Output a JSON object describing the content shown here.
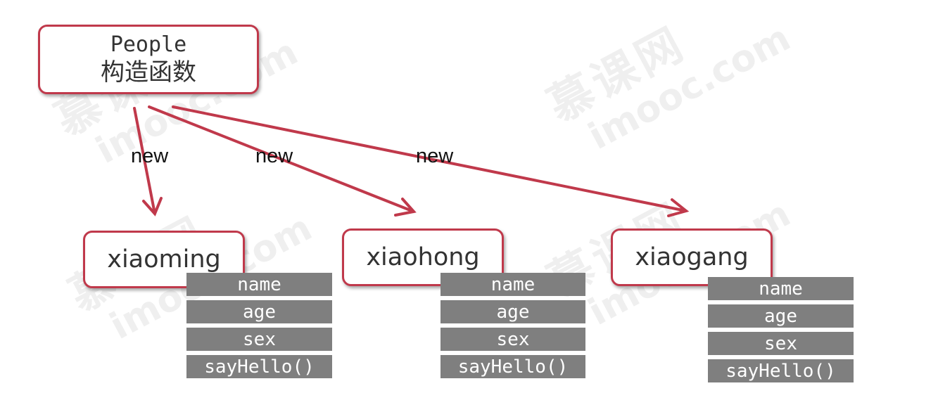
{
  "watermark": {
    "cn": "慕课网",
    "en": "imooc.com"
  },
  "constructor": {
    "name": "People",
    "subtitle": "构造函数"
  },
  "arrow_label": "new",
  "instances": [
    {
      "name": "xiaoming",
      "props": [
        "name",
        "age",
        "sex",
        "sayHello()"
      ]
    },
    {
      "name": "xiaohong",
      "props": [
        "name",
        "age",
        "sex",
        "sayHello()"
      ]
    },
    {
      "name": "xiaogang",
      "props": [
        "name",
        "age",
        "sex",
        "sayHello()"
      ]
    }
  ],
  "colors": {
    "border": "#c0394b",
    "arrow": "#c0394b",
    "prop_bg": "#7f7f7f",
    "prop_text": "#ffffff"
  }
}
